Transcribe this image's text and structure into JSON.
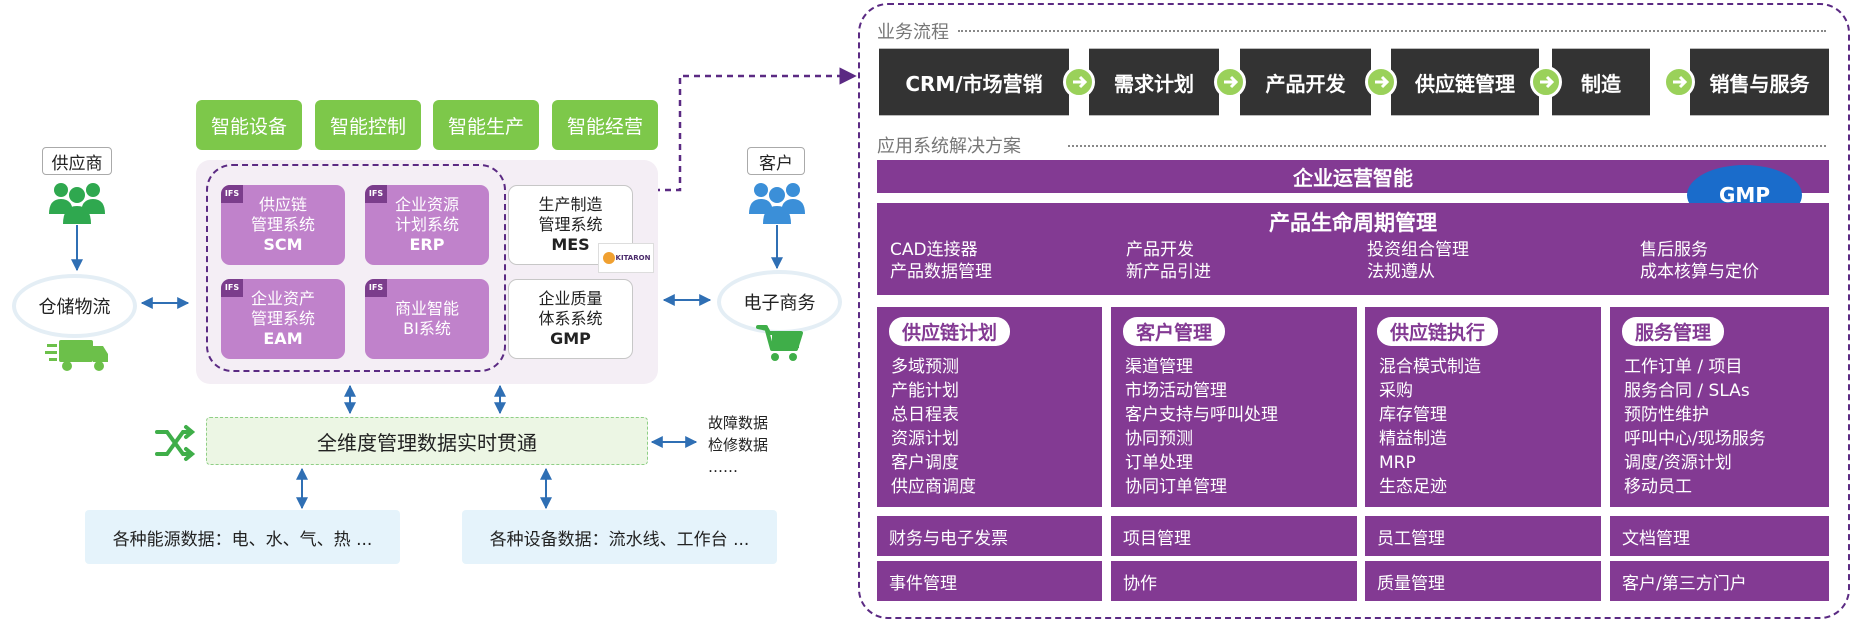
{
  "left": {
    "top_tags": [
      "智能设备",
      "智能控制",
      "智能生产",
      "智能经营"
    ],
    "supplier_label": "供应商",
    "customer_label": "客户",
    "warehouse_label": "仓储物流",
    "ecommerce_label": "电子商务",
    "ifs_badge": "IFS",
    "systems": [
      {
        "line1": "供应链",
        "line2": "管理系统",
        "en": "SCM"
      },
      {
        "line1": "企业资源",
        "line2": "计划系统",
        "en": "ERP"
      },
      {
        "line1": "企业资产",
        "line2": "管理系统",
        "en": "EAM"
      },
      {
        "line1": "商业智能",
        "line2": "BI系统",
        "en": ""
      }
    ],
    "white_systems": [
      {
        "line1": "生产制造",
        "line2": "管理系统",
        "en": "MES"
      },
      {
        "line1": "企业质量",
        "line2": "体系系统",
        "en": "GMP"
      }
    ],
    "kitaron_logo": "KITARON",
    "data_strip": "全维度管理数据实时贯通",
    "side_notes": [
      "故障数据",
      "检修数据",
      "……"
    ],
    "energy_box": "各种能源数据：电、水、气、热 ...",
    "equipment_box": "各种设备数据：流水线、工作台 ..."
  },
  "right": {
    "process_label": "业务流程",
    "process_steps": [
      "CRM/市场营销",
      "需求计划",
      "产品开发",
      "供应链管理",
      "制造",
      "销售与服务"
    ],
    "solutions_label": "应用系统解决方案",
    "intelligence_title": "企业运营智能",
    "gmp_badge": "GMP",
    "plm_title": "产品生命周期管理",
    "plm_columns": [
      [
        "CAD连接器",
        "产品数据管理"
      ],
      [
        "产品开发",
        "新产品引进"
      ],
      [
        "投资组合管理",
        "法规遵从"
      ],
      [
        "售后服务",
        "成本核算与定价"
      ]
    ],
    "columns": [
      {
        "title": "供应链计划",
        "items": [
          "多域预测",
          "产能计划",
          "总日程表",
          "资源计划",
          "客户调度",
          "供应商调度"
        ]
      },
      {
        "title": "客户管理",
        "items": [
          "渠道管理",
          "市场活动管理",
          "客户支持与呼叫处理",
          "协同预测",
          "订单处理",
          "协同订单管理"
        ]
      },
      {
        "title": "供应链执行",
        "items": [
          "混合模式制造",
          "采购",
          "库存管理",
          "精益制造",
          "MRP",
          "生态足迹"
        ]
      },
      {
        "title": "服务管理",
        "items": [
          "工作订单 / 项目",
          "服务合同 / SLAs",
          "预防性维护",
          "呼叫中心/现场服务",
          "调度/资源计划",
          "移动员工"
        ]
      }
    ],
    "row1": [
      "财务与电子发票",
      "项目管理",
      "员工管理",
      "文档管理"
    ],
    "row2": [
      "事件管理",
      "协作",
      "质量管理",
      "客户/第三方门户"
    ]
  },
  "colors": {
    "purple": "#833a93",
    "dark_purple": "#5b2a83",
    "green": "#7dc84a",
    "light_purple": "#c082cb",
    "process_dark": "#333333",
    "gmp_blue": "#1a6ccb"
  }
}
